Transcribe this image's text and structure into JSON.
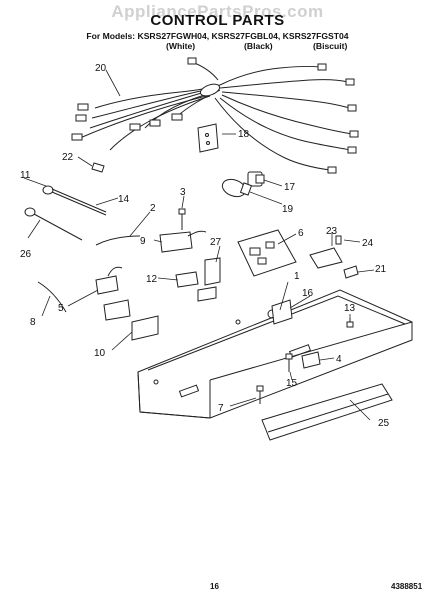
{
  "header": {
    "watermark": "AppliancePartsPros.com",
    "title": "CONTROL PARTS",
    "models_line": "For Models: KSRS27FGWH04, KSRS27FGBL04, KSRS27FGST04",
    "colors": [
      "(White)",
      "(Black)",
      "(Biscuit)"
    ]
  },
  "callouts": [
    "1",
    "2",
    "3",
    "4",
    "5",
    "6",
    "7",
    "8",
    "9",
    "10",
    "11",
    "12",
    "13",
    "14",
    "15",
    "16",
    "17",
    "18",
    "19",
    "20",
    "21",
    "22",
    "23",
    "24",
    "25",
    "26",
    "27"
  ],
  "footer": {
    "page_number": "16",
    "document_id": "4388851"
  }
}
